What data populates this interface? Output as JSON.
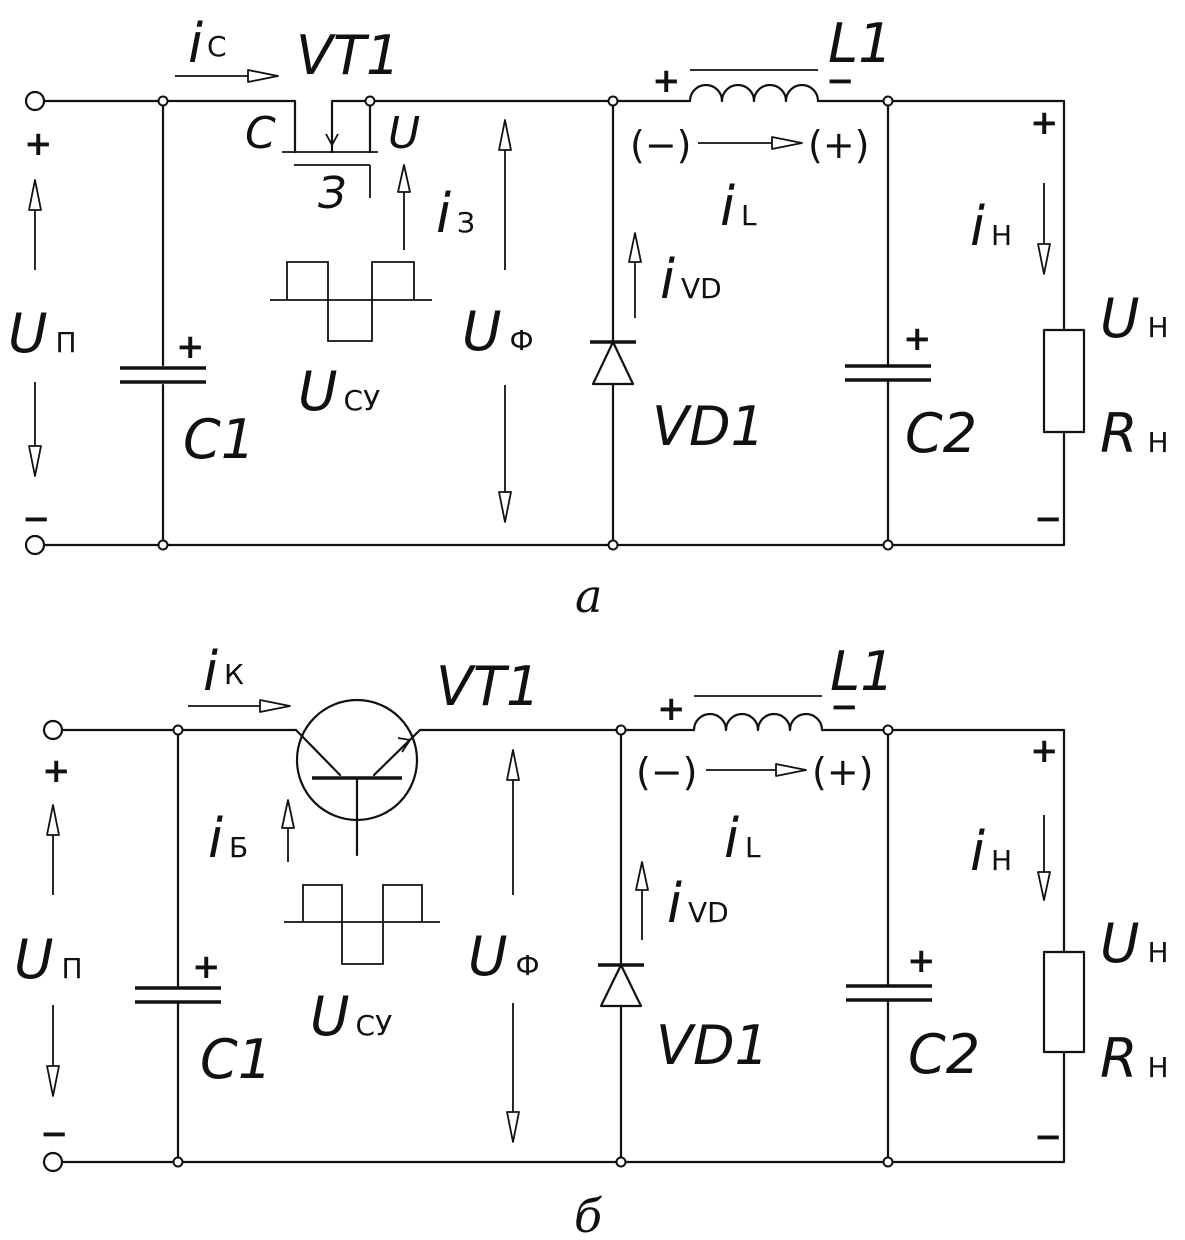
{
  "panel_a": {
    "caption": "а",
    "i_c": {
      "i": "i",
      "sub": "C"
    },
    "vt1": "VT1",
    "l1": "L1",
    "c_terminal": "C",
    "u_terminal": "U",
    "z_terminal": "З",
    "i_z": {
      "i": "i",
      "sub": "З"
    },
    "i_l": {
      "i": "i",
      "sub": "L"
    },
    "i_vd": {
      "i": "i",
      "sub": "VD"
    },
    "i_n": {
      "i": "i",
      "sub": "Н"
    },
    "u_p": {
      "u": "U",
      "sub": "П"
    },
    "u_f": {
      "u": "U",
      "sub": "Ф"
    },
    "u_su": {
      "u": "U",
      "sub": "СУ"
    },
    "u_n": {
      "u": "U",
      "sub": "Н"
    },
    "r_n": {
      "r": "R",
      "sub": "Н"
    },
    "c1": "C1",
    "c2": "C2",
    "vd1": "VD1",
    "plus": "+",
    "minus": "−",
    "l_left_sign": "(−)",
    "l_right_sign": "(+)"
  },
  "panel_b": {
    "caption": "б",
    "i_k": {
      "i": "i",
      "sub": "К"
    },
    "vt1": "VT1",
    "l1": "L1",
    "i_b": {
      "i": "i",
      "sub": "Б"
    },
    "i_l": {
      "i": "i",
      "sub": "L"
    },
    "i_vd": {
      "i": "i",
      "sub": "VD"
    },
    "i_n": {
      "i": "i",
      "sub": "Н"
    },
    "u_p": {
      "u": "U",
      "sub": "П"
    },
    "u_f": {
      "u": "U",
      "sub": "Ф"
    },
    "u_su": {
      "u": "U",
      "sub": "СУ"
    },
    "u_n": {
      "u": "U",
      "sub": "Н"
    },
    "r_n": {
      "r": "R",
      "sub": "Н"
    },
    "c1": "C1",
    "c2": "C2",
    "vd1": "VD1",
    "plus": "+",
    "minus": "−",
    "l_left_sign": "(−)",
    "l_right_sign": "(+)"
  }
}
